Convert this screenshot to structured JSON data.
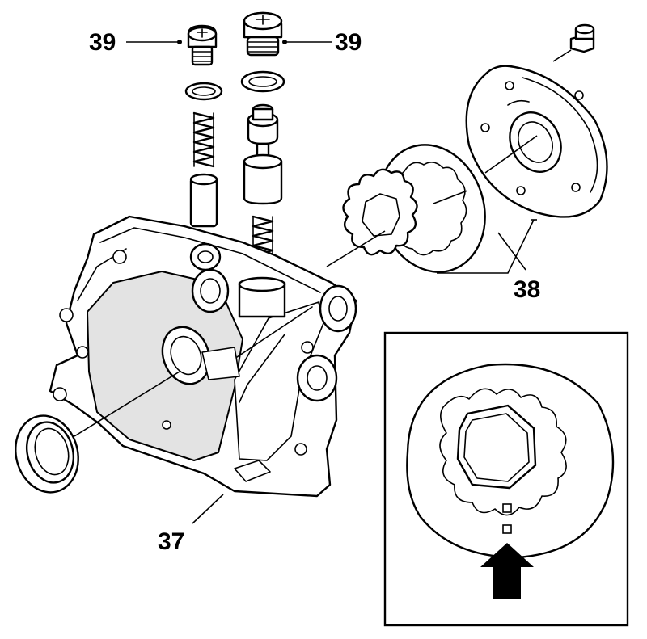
{
  "callouts": {
    "bolt_left": "39",
    "bolt_right": "39",
    "rotor_set": "38",
    "pump_housing": "37"
  },
  "icons": [
    "pressure-relief-plug",
    "sealing-ring",
    "spring",
    "piston",
    "rotor-gear",
    "pump-cover",
    "screw",
    "shaft-seal",
    "pump-housing",
    "arrow"
  ]
}
